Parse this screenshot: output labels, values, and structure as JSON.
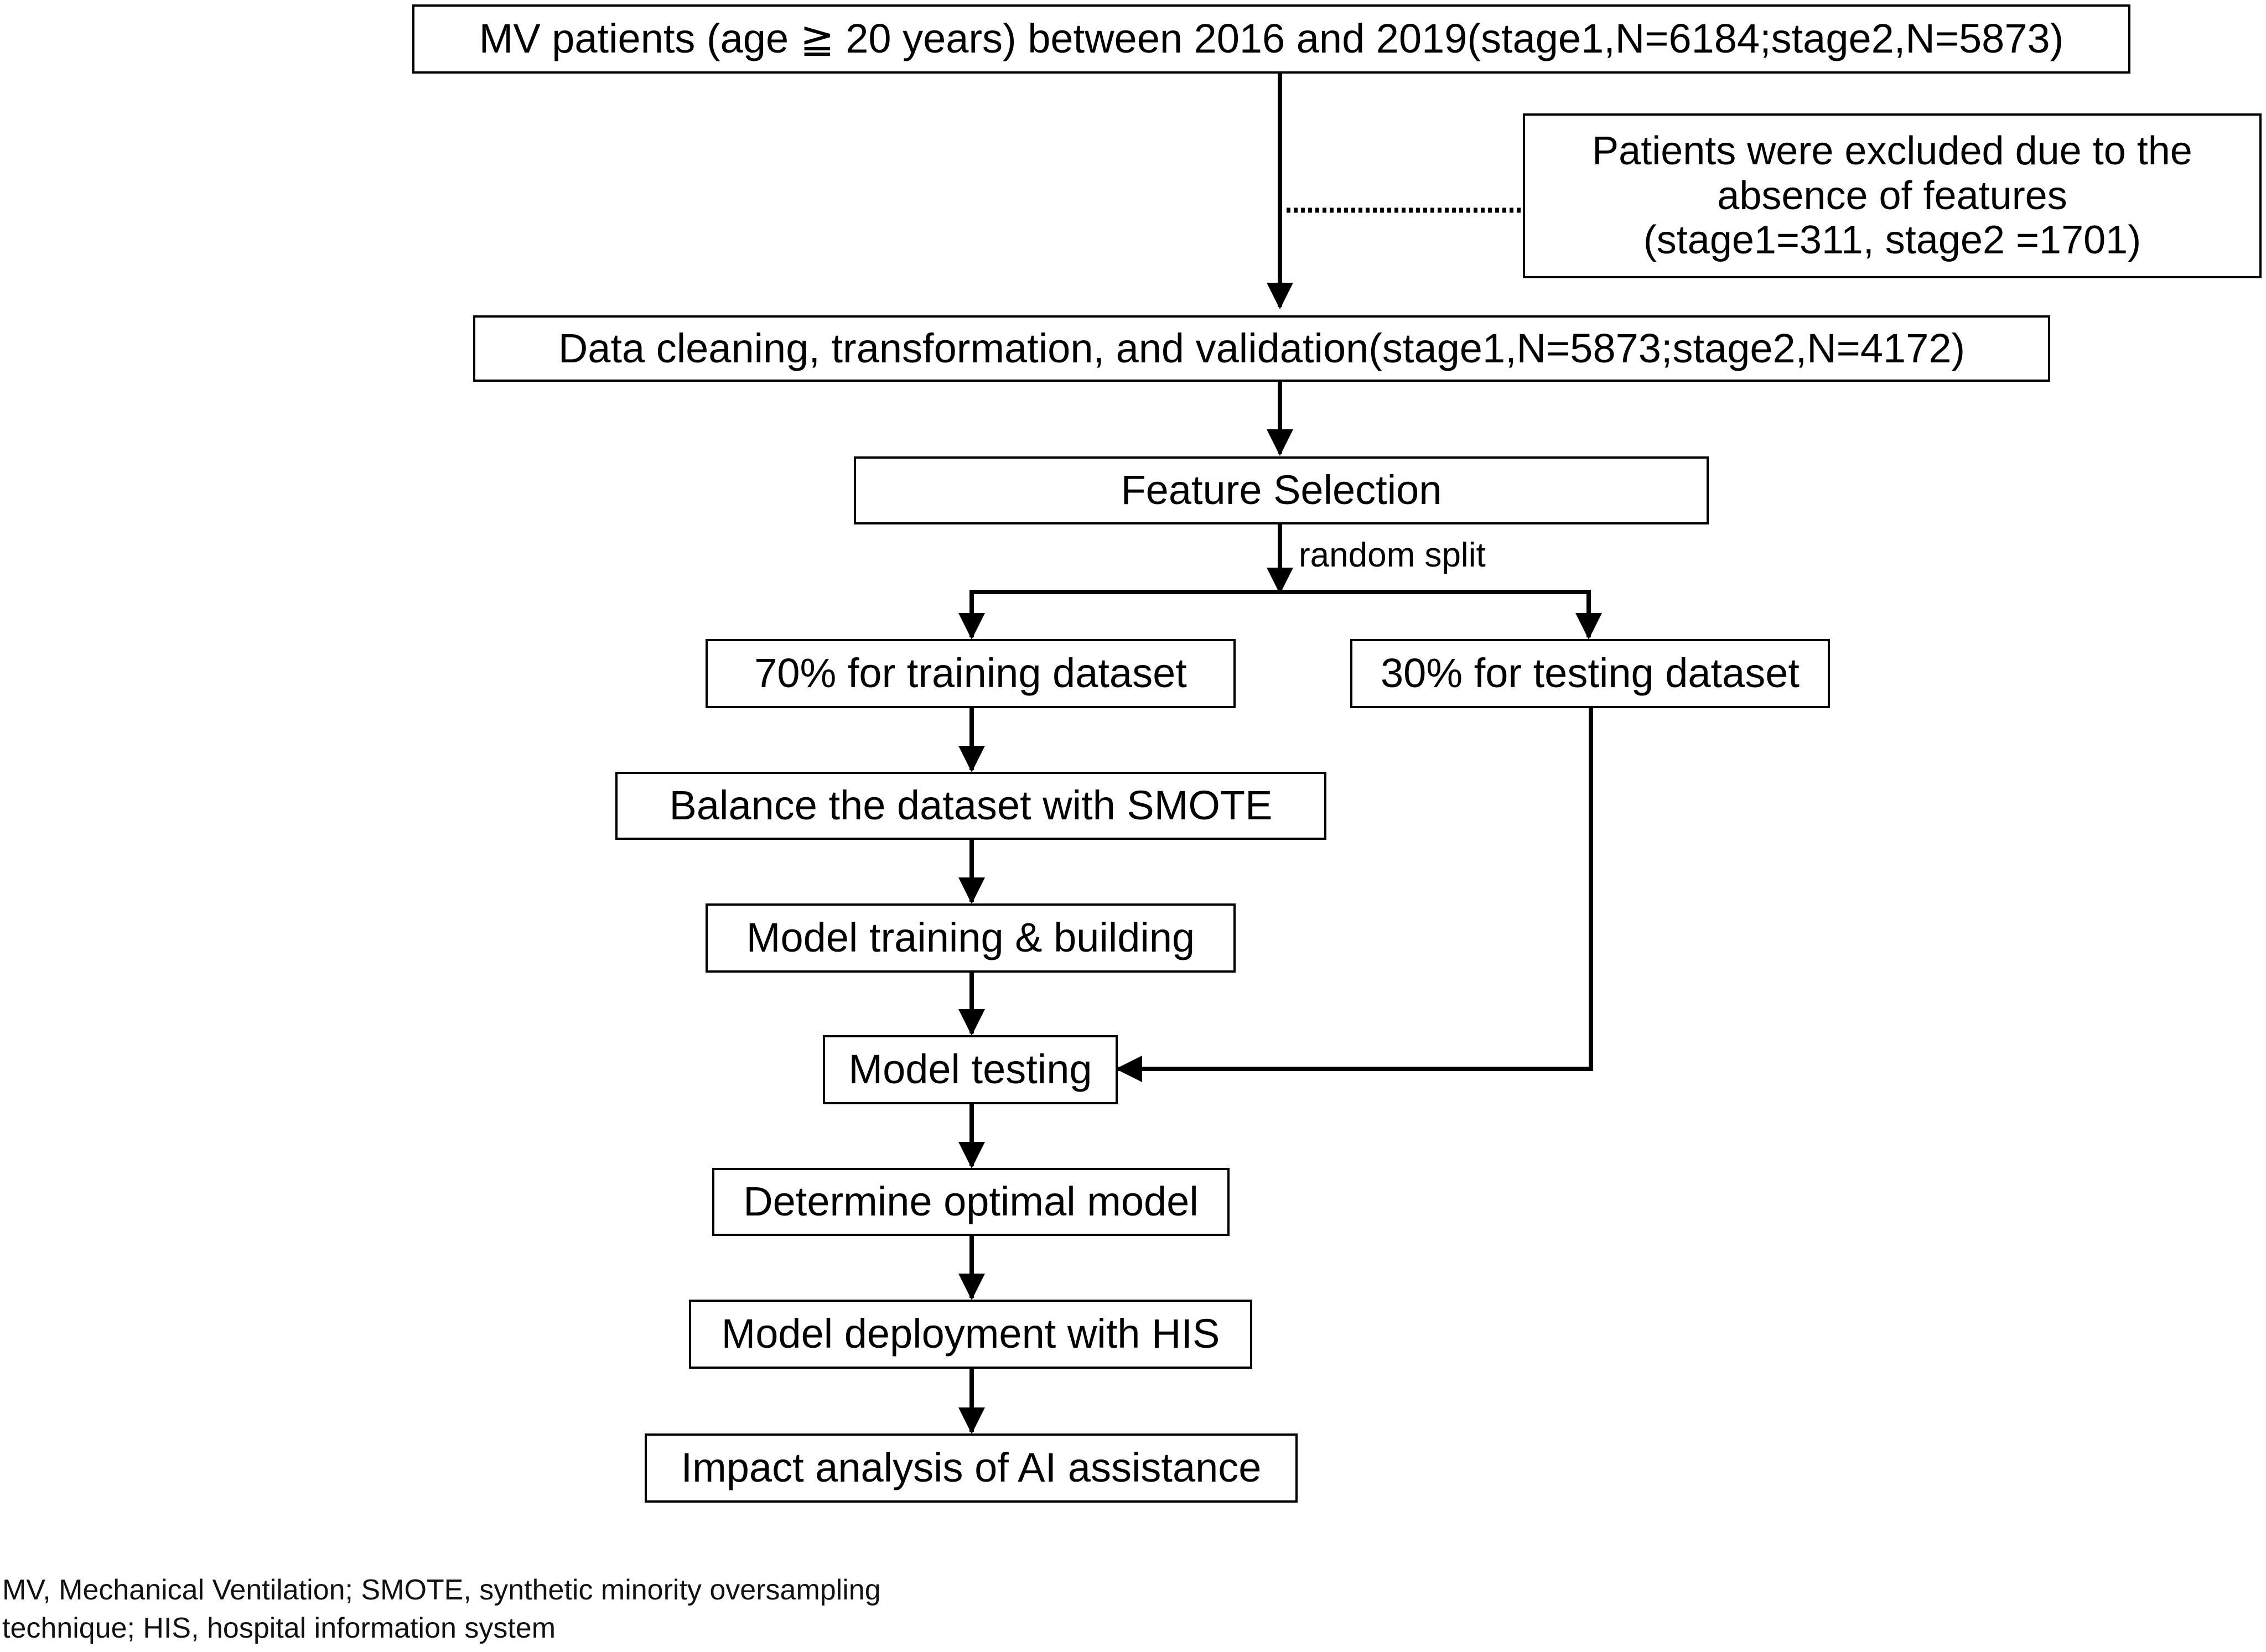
{
  "nodes": {
    "source": "MV patients (age ≧  20 years) between 2016 and 2019(stage1,N=6184;stage2,N=5873)",
    "excluded": [
      "Patients were excluded due to the",
      "absence of features",
      "(stage1=311, stage2 =1701)"
    ],
    "cleaning": "Data cleaning, transformation, and validation(stage1,N=5873;stage2,N=4172)",
    "feature_selection": "Feature Selection",
    "training_split": "70% for training dataset",
    "testing_split": "30% for testing dataset",
    "smote": "Balance the dataset with SMOTE",
    "model_training": "Model training & building",
    "model_testing": "Model testing",
    "optimal_model": "Determine optimal model",
    "deployment": "Model deployment with HIS",
    "impact": "Impact analysis of AI assistance"
  },
  "edge_labels": {
    "random_split": "random split"
  },
  "footnote": [
    "MV, Mechanical Ventilation; SMOTE, synthetic minority oversampling",
    "technique; HIS, hospital information system"
  ],
  "colors": {
    "stroke": "#000000",
    "background": "#ffffff"
  }
}
